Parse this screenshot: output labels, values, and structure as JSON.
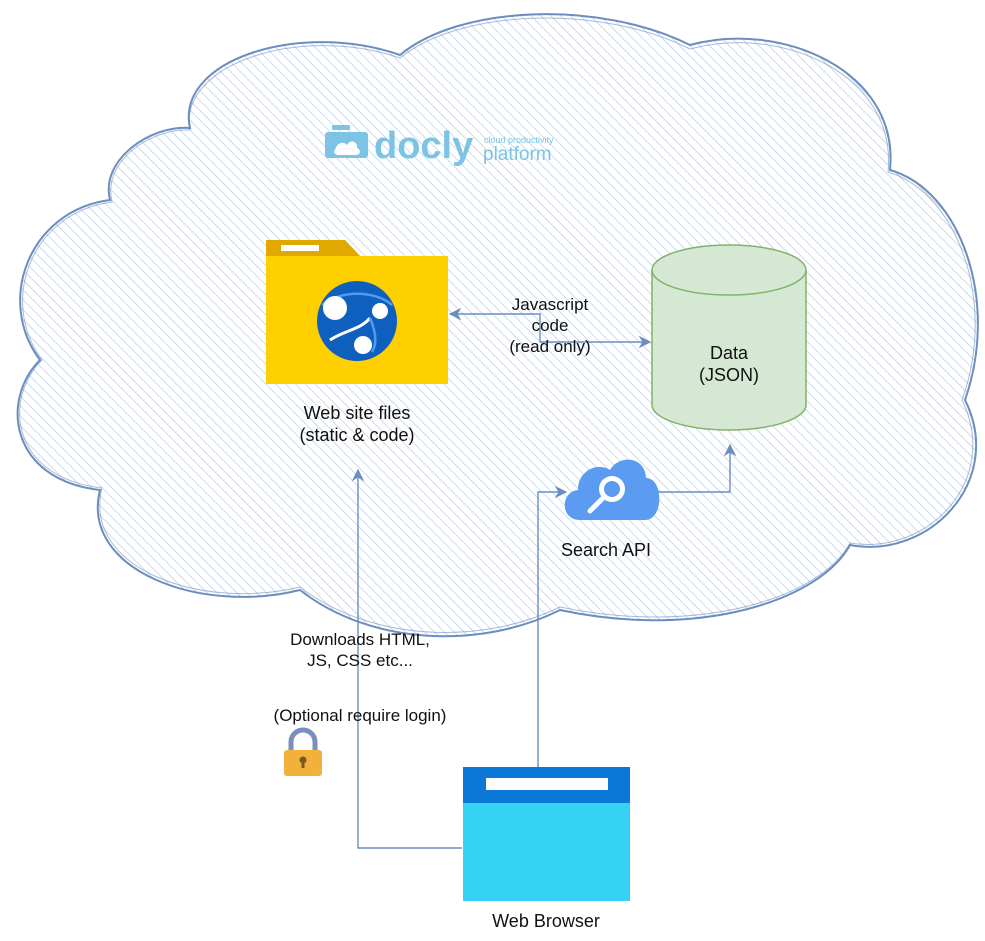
{
  "logo": {
    "brand": "docly",
    "tagline_small": "cloud productivity",
    "tagline_large": "platform",
    "color": "#7cc3e6"
  },
  "nodes": {
    "website_files": {
      "line1": "Web site files",
      "line2": "(static & code)",
      "icon": "web-folder-icon"
    },
    "data_store": {
      "line1": "Data",
      "line2": "(JSON)",
      "icon": "database-cylinder-icon"
    },
    "search_api": {
      "label": "Search API",
      "icon": "cloud-search-icon"
    },
    "web_browser": {
      "label": "Web Browser",
      "icon": "browser-window-icon"
    }
  },
  "edges": {
    "javascript": {
      "line1": "Javascript",
      "line2": "code",
      "line3": "(read only)"
    },
    "downloads": {
      "line1": "Downloads HTML,",
      "line2": "JS, CSS etc...",
      "line3": "(Optional require login)"
    }
  },
  "icons": {
    "lock": "padlock-icon"
  },
  "colors": {
    "cloud_stroke": "#6c8ebf",
    "cloud_hatch": "#a9c4e6",
    "connector": "#6c8ebf",
    "folder_yellow": "#ffd000",
    "folder_tab": "#e0a800",
    "globe_blue": "#0f5fbf",
    "db_fill": "#d5e8d4",
    "db_stroke": "#82b366",
    "search_cloud": "#5b9cf2",
    "browser_bar": "#0a78d4",
    "browser_body": "#34d3f5",
    "lock_body": "#f2b13a",
    "lock_shackle": "#7a8fbe"
  }
}
